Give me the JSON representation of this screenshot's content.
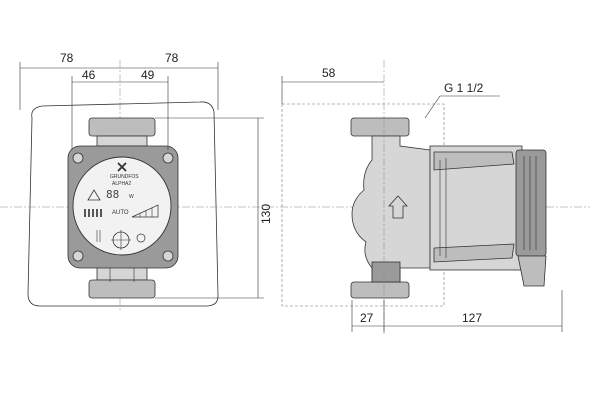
{
  "dimensions": {
    "left_half": "78",
    "right_half": "78",
    "inner_left": "46",
    "inner_right": "49",
    "height": "130",
    "side_offset": "58",
    "thread": "G 1 1/2",
    "port_width": "27",
    "motor_length": "127"
  },
  "front_labels": {
    "brand": "GRUNDFOS",
    "model": "ALPHA2",
    "display": "88",
    "mode": "AUTO"
  },
  "colors": {
    "outline": "#333333",
    "body": "#bdbdbd",
    "dash": "#777777"
  }
}
